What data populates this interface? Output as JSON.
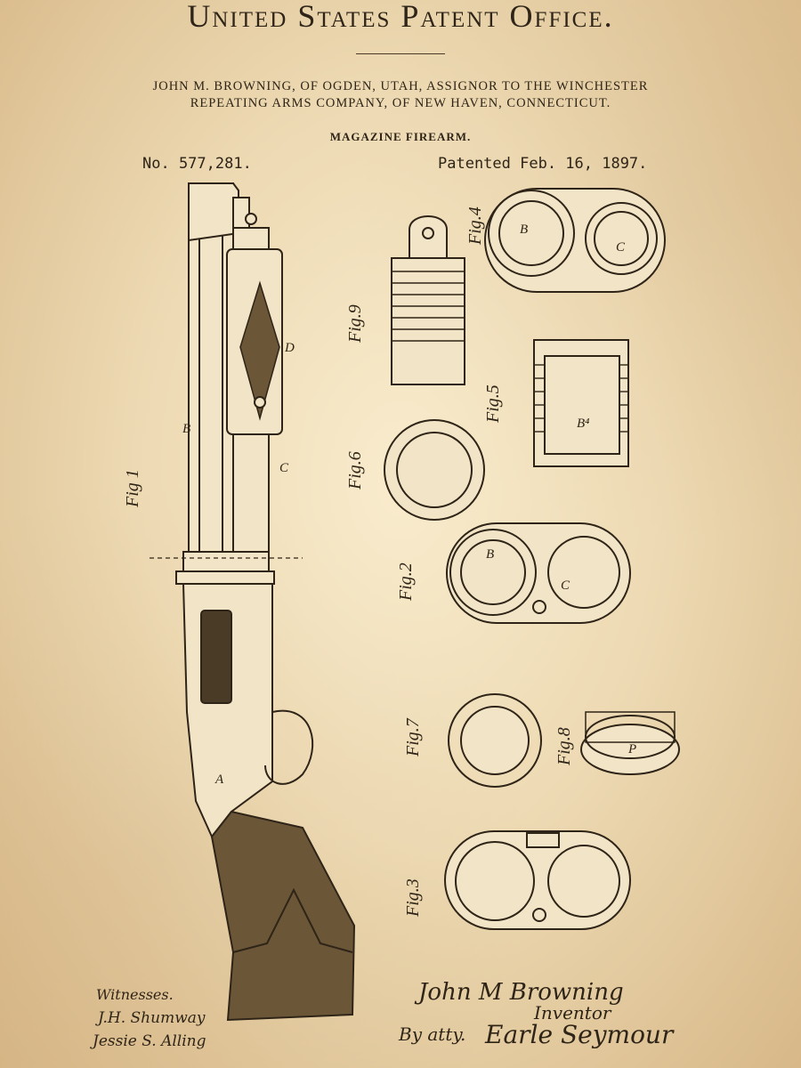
{
  "header": {
    "office": "United States Patent Office.",
    "assignor_line1": "JOHN M. BROWNING, OF OGDEN, UTAH, ASSIGNOR TO THE WINCHESTER",
    "assignor_line2": "REPEATING ARMS COMPANY, OF NEW HAVEN, CONNECTICUT.",
    "invention": "MAGAZINE FIREARM.",
    "patent_no": "No. 577,281.",
    "patent_date": "Patented Feb. 16, 1897."
  },
  "figures": {
    "fig1": "Fig 1",
    "fig2": "Fig.2",
    "fig3": "Fig.3",
    "fig4": "Fig.4",
    "fig5": "Fig.5",
    "fig6": "Fig.6",
    "fig7": "Fig.7",
    "fig8": "Fig.8",
    "fig9": "Fig.9"
  },
  "signatures": {
    "witnesses_label": "Witnesses.",
    "witness1": "J.H. Shumway",
    "witness2": "Jessie S. Alling",
    "inventor_name": "John M Browning",
    "inventor_label": "Inventor",
    "attorney_prefix": "By atty.",
    "attorney_name": "Earle Seymour"
  }
}
